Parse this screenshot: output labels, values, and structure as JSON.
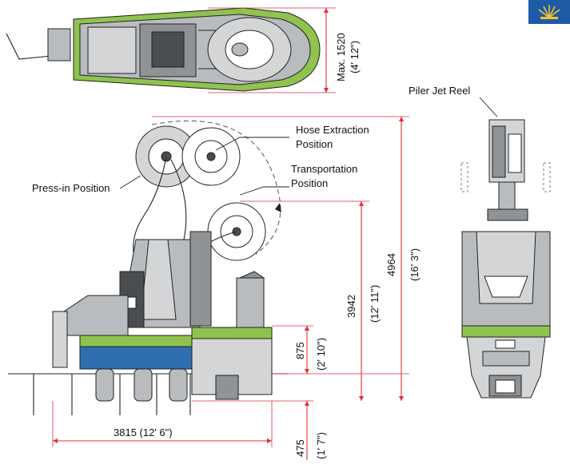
{
  "labels": {
    "piler_jet_reel": "Piler Jet Reel",
    "hose_extraction_line1": "Hose Extraction",
    "hose_extraction_line2": "Position",
    "transportation_line1": "Transportation",
    "transportation_line2": "Position",
    "press_in": "Press-in Position"
  },
  "dimensions": {
    "top_width_mm": "Max. 1520",
    "top_width_ft": "(4' 12\")",
    "total_height_mm": "4964",
    "total_height_ft": "(16' 3\")",
    "transport_height_mm": "3942",
    "transport_height_ft": "(12' 11\")",
    "body_height_mm": "875",
    "body_height_ft": "(2' 10\")",
    "ground_clearance_mm": "475",
    "ground_clearance_ft": "(1' 7\")",
    "length": "3815 (12' 6\")"
  },
  "colors": {
    "accent_green": "#8fc24f",
    "accent_blue": "#2f6fb0",
    "dimension_red": "#e0303a",
    "logo_blue": "#1f5aa6",
    "logo_yellow": "#f2c230"
  },
  "icons": {
    "logo": "brand-logo-icon"
  }
}
